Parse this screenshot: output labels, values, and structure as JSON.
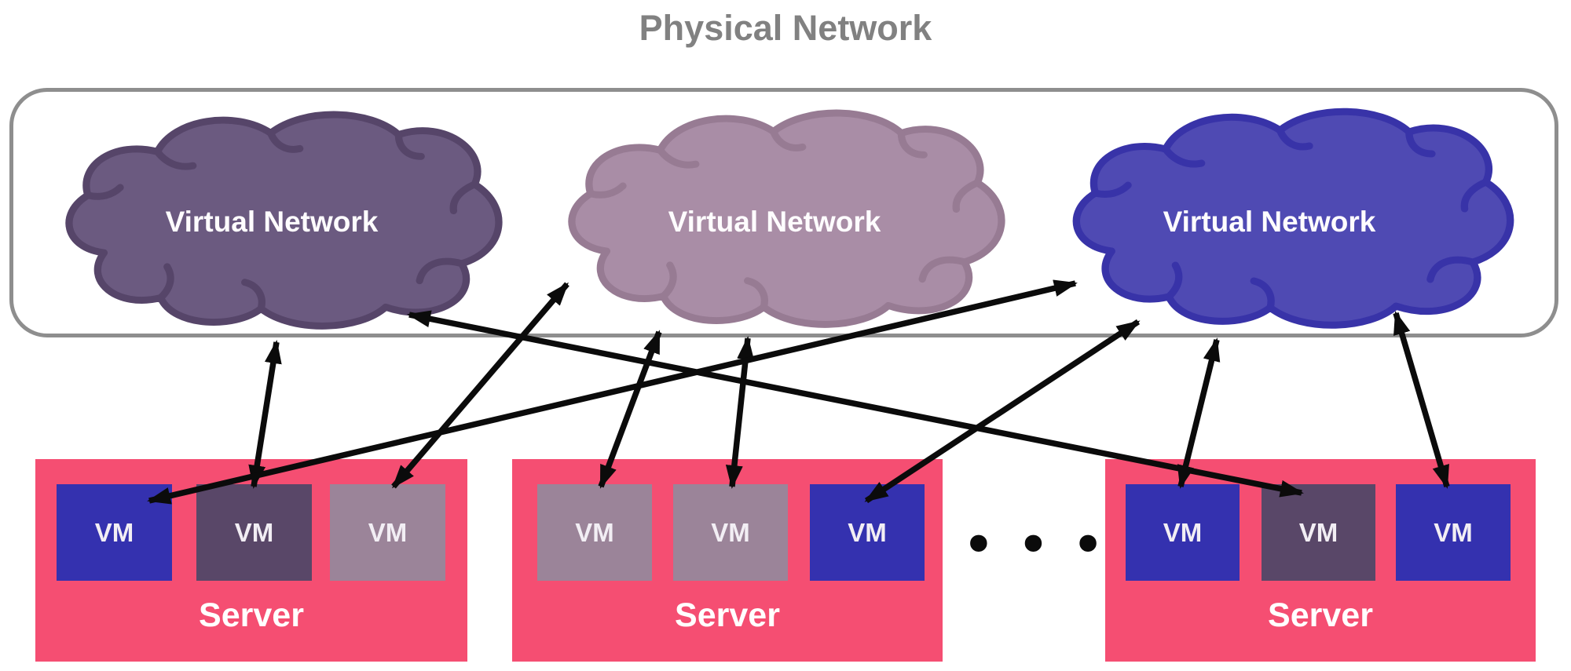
{
  "title": "Physical Network",
  "ellipsis": "•••",
  "colors": {
    "title_text": "#818181",
    "boundary_border": "#8e8e8e",
    "arrow": "#0b0b0b",
    "server_fill": "#f54e72",
    "label_text": "#ffffff",
    "vm_blue": "#3431af",
    "vm_dark_purple": "#594768",
    "vm_mauve": "#9b8499"
  },
  "virtual_networks": [
    {
      "label": "Virtual Network",
      "fill": "#6b5a80",
      "stroke": "#564569"
    },
    {
      "label": "Virtual Network",
      "fill": "#a98da6",
      "stroke": "#977b93"
    },
    {
      "label": "Virtual Network",
      "fill": "#4f4ab3",
      "stroke": "#3833a8"
    }
  ],
  "servers": [
    {
      "label": "Server",
      "vms": [
        {
          "label": "VM",
          "color": "#3431af"
        },
        {
          "label": "VM",
          "color": "#594768"
        },
        {
          "label": "VM",
          "color": "#9b8499"
        }
      ]
    },
    {
      "label": "Server",
      "vms": [
        {
          "label": "VM",
          "color": "#9b8499"
        },
        {
          "label": "VM",
          "color": "#9b8499"
        },
        {
          "label": "VM",
          "color": "#3431af"
        }
      ]
    },
    {
      "label": "Server",
      "vms": [
        {
          "label": "VM",
          "color": "#3431af"
        },
        {
          "label": "VM",
          "color": "#594768"
        },
        {
          "label": "VM",
          "color": "#3431af"
        }
      ]
    }
  ],
  "connections": [
    {
      "from": "virtual-network-1",
      "to": "server-1-vm-2"
    },
    {
      "from": "virtual-network-1",
      "to": "server-3-vm-2"
    },
    {
      "from": "virtual-network-2",
      "to": "server-1-vm-3"
    },
    {
      "from": "virtual-network-2",
      "to": "server-2-vm-1"
    },
    {
      "from": "virtual-network-2",
      "to": "server-2-vm-2"
    },
    {
      "from": "virtual-network-3",
      "to": "server-1-vm-1"
    },
    {
      "from": "virtual-network-3",
      "to": "server-2-vm-3"
    },
    {
      "from": "virtual-network-3",
      "to": "server-3-vm-1"
    },
    {
      "from": "virtual-network-3",
      "to": "server-3-vm-3"
    }
  ]
}
